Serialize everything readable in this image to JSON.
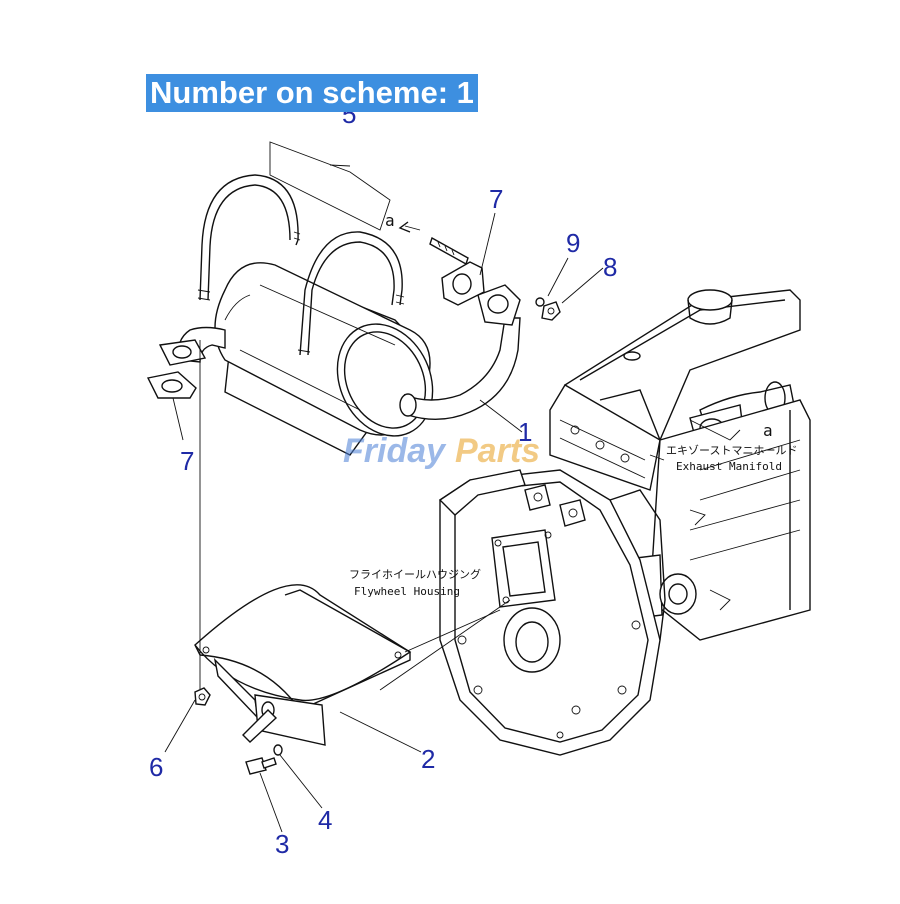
{
  "banner": {
    "text": "Number on scheme: 1"
  },
  "callouts": [
    "5",
    "7",
    "9",
    "8",
    "1",
    "7",
    "2",
    "6",
    "4",
    "3"
  ],
  "ref_marks": {
    "a": "a"
  },
  "labels": {
    "exhaust_manifold_jp": "エキゾーストマニホールド",
    "exhaust_manifold_en": "Exhaust Manifold",
    "flywheel_housing_jp": "フライホイールハウジング",
    "flywheel_housing_en": "Flywheel Housing"
  },
  "watermark": {
    "part1": "Friday",
    "part2": "Parts",
    "color1": "#4a7fd6",
    "color2": "#e8a020"
  }
}
